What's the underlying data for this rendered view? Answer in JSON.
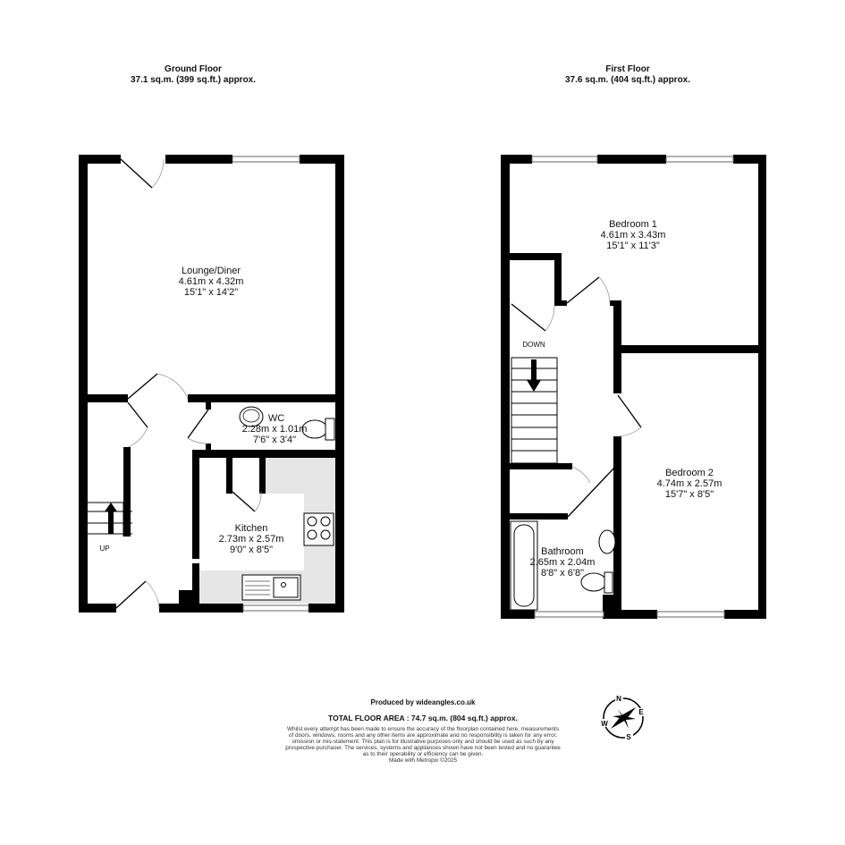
{
  "ground_floor": {
    "title": "Ground Floor",
    "area": "37.1 sq.m. (399 sq.ft.) approx.",
    "rooms": [
      {
        "name": "Lounge/Diner",
        "metric": "4.61m  x 4.32m",
        "imperial": "15'1\"  x 14'2\""
      },
      {
        "name": "WC",
        "metric": "2.28m  x 1.01m",
        "imperial": "7'6\"  x 3'4\""
      },
      {
        "name": "Kitchen",
        "metric": "2.73m  x 2.57m",
        "imperial": "9'0\"  x 8'5\""
      }
    ],
    "stairs_label": "UP"
  },
  "first_floor": {
    "title": "First Floor",
    "area": "37.6 sq.m. (404 sq.ft.) approx.",
    "rooms": [
      {
        "name": "Bedroom 1",
        "metric": "4.61m  x 3.43m",
        "imperial": "15'1\"  x 11'3\""
      },
      {
        "name": "Bedroom 2",
        "metric": "4.74m  x 2.57m",
        "imperial": "15'7\"  x 8'5\""
      },
      {
        "name": "Bathroom",
        "metric": "2.65m  x 2.04m",
        "imperial": "8'8\"  x 6'8\""
      }
    ],
    "stairs_label": "DOWN"
  },
  "footer": {
    "produced_by": "Produced by wideangles.co.uk",
    "total_area": "TOTAL FLOOR AREA : 74.7 sq.m. (804 sq.ft.) approx.",
    "disclaimer": [
      "Whilst every attempt has been made to ensure the accuracy of the floorplan contained here, measurements",
      "of doors, windows, rooms and any other items are approximate and no responsibility is taken for any error,",
      "omission or mis-statement. This plan is for illustrative purposes only and should be used as such by any",
      "prospective purchaser. The services, systems and appliances shown have not been tested and no guarantee",
      "as to their operability or efficiency can be given."
    ],
    "made_with": "Made with Metropix ©2025"
  },
  "compass": {
    "n": "N",
    "e": "E",
    "s": "S",
    "w": "W"
  },
  "colors": {
    "wall": "#000000",
    "counter": "#e6e6e6"
  }
}
